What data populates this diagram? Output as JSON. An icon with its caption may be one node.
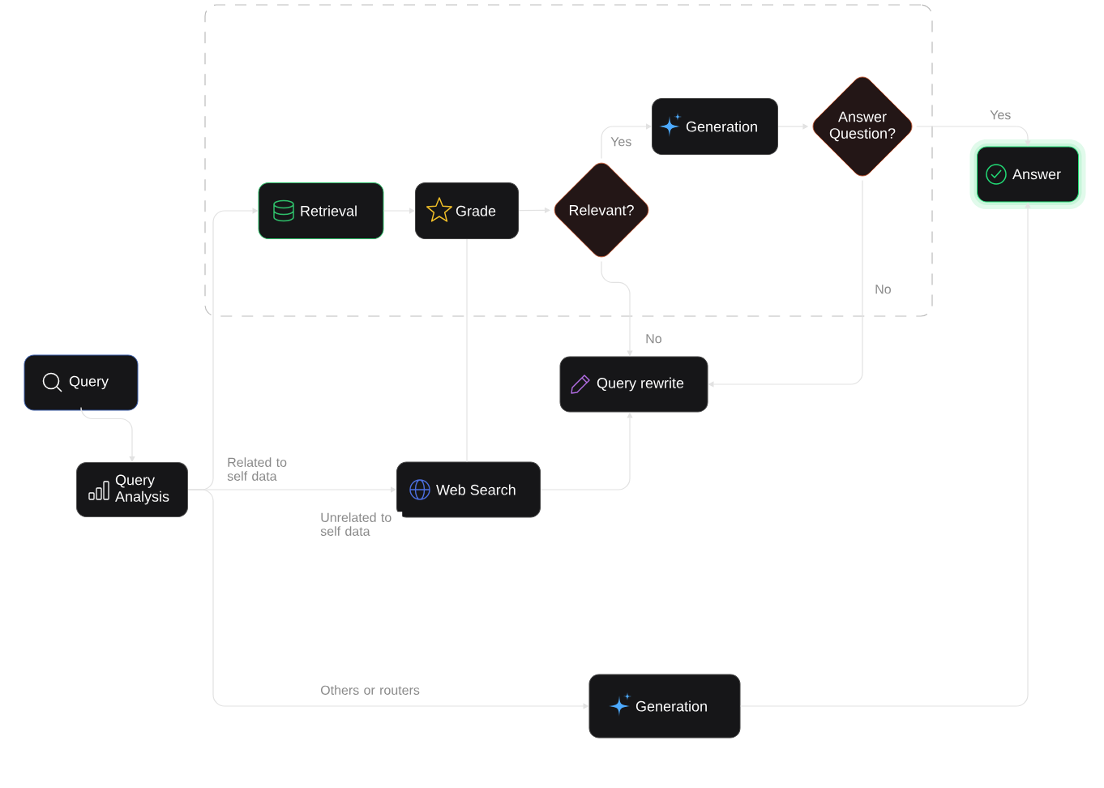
{
  "diagram": {
    "nodes": [
      {
        "text": [],
        "shape": "box"
      },
      {
        "text": [
          "Query"
        ]
      },
      {
        "text": [
          "Query Analysis"
        ]
      },
      {
        "text": [
          "Retrieval"
        ],
        "in": 0
      },
      {
        "text": [
          "Grade"
        ],
        "in": 0
      },
      {
        "text": [
          "Relevant?"
        ],
        "in": 0
      },
      {
        "text": [
          "Generation"
        ],
        "in": 0
      },
      {
        "text": [
          "Answer Question?"
        ],
        "in": 0
      },
      {
        "text": [
          "Answer"
        ]
      },
      {
        "text": [
          "Query rewrite"
        ]
      },
      {
        "text": [
          "Web Search"
        ]
      },
      {
        "text": [
          "Generation"
        ]
      }
    ],
    "edges": [
      {
        "from": 1,
        "to": 2,
        "arrow": "to"
      },
      {
        "from": 2,
        "to": 3,
        "arrow": "to",
        "label": "Related to self data"
      },
      {
        "from": 2,
        "to": 10,
        "arrow": "to",
        "label": "Unrelated to self data"
      },
      {
        "from": 2,
        "to": 11,
        "arrow": "to",
        "label": "Others or routers"
      },
      {
        "from": 3,
        "to": 4,
        "arrow": "to"
      },
      {
        "from": 4,
        "to": 5,
        "arrow": "to"
      },
      {
        "from": 5,
        "to": 6,
        "arrow": "to",
        "label": "Yes"
      },
      {
        "from": 6,
        "to": 7,
        "arrow": "to"
      },
      {
        "from": 7,
        "to": 8,
        "arrow": "to",
        "label": "Yes"
      },
      {
        "from": 7,
        "to": 9,
        "arrow": "to",
        "label": "No"
      },
      {
        "from": 5,
        "to": 9,
        "arrow": "to",
        "label": "No"
      },
      {
        "from": 4,
        "to": 10,
        "arrow": "none"
      },
      {
        "from": 10,
        "to": 9,
        "arrow": "to"
      },
      {
        "from": 11,
        "to": 8,
        "arrow": "to"
      }
    ]
  }
}
